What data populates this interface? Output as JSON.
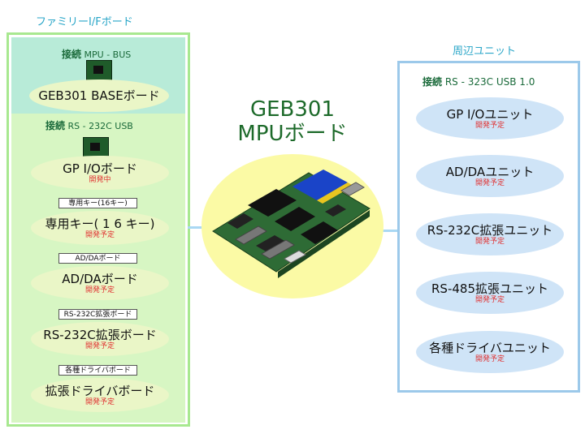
{
  "left_group": {
    "title": "ファミリーI/Fボード",
    "mpu_bus_label_bold": "接続",
    "mpu_bus_label": "MPU - BUS",
    "base_board": "GEB301 BASEボード",
    "rs232_label_bold": "接続",
    "rs232_label": "RS - 232C  USB",
    "boards": [
      {
        "tag": "",
        "title": "GP I/Oボード",
        "status": "開発中"
      },
      {
        "tag": "専用キー(16キー)",
        "title": "専用キー( 1 6 キー)",
        "status": "開発予定"
      },
      {
        "tag": "AD/DAボード",
        "title": "AD/DAボード",
        "status": "開発予定"
      },
      {
        "tag": "RS-232C拡張ボード",
        "title": "RS-232C拡張ボード",
        "status": "開発予定"
      },
      {
        "tag": "各種ドライバボード",
        "title": "拡張ドライバボード",
        "status": "開発予定"
      }
    ]
  },
  "center": {
    "title_line1": "GEB301",
    "title_line2": "MPUボード"
  },
  "right_group": {
    "title": "周辺ユニット",
    "conn_bold": "接続",
    "conn": "RS - 323C  USB 1.0",
    "units": [
      {
        "title": "GP I/Oユニット",
        "status": "開発予定"
      },
      {
        "title": "AD/DAユニット",
        "status": "開発予定"
      },
      {
        "title": "RS-232C拡張ユニット",
        "status": "開発予定"
      },
      {
        "title": "RS-485拡張ユニット",
        "status": "開発予定"
      },
      {
        "title": "各種ドライバユニット",
        "status": "開発予定"
      }
    ]
  },
  "colors": {
    "left_border": "#a8e890",
    "right_border": "#9cc9ea",
    "status_red": "#e03030",
    "center_title": "#1d6a2a"
  }
}
